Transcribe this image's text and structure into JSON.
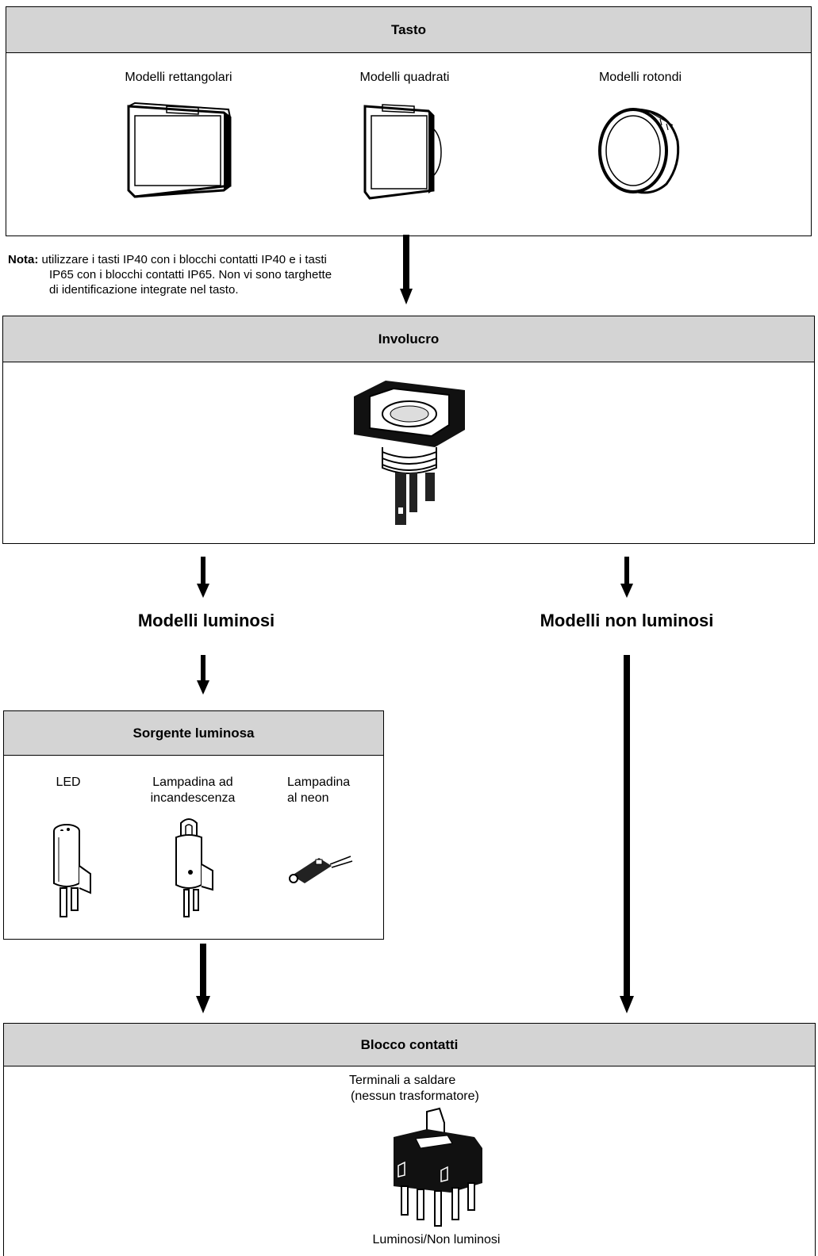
{
  "tasto": {
    "title": "Tasto",
    "items": [
      "Modelli rettangolari",
      "Modelli quadrati",
      "Modelli rotondi"
    ]
  },
  "note": {
    "prefix": "Nota:",
    "line1": "utilizzare i tasti IP40 con i blocchi contatti IP40 e i tasti",
    "line2": "IP65 con i blocchi contatti IP65. Non vi sono targhette",
    "line3": "di identificazione integrate nel tasto."
  },
  "involucro": {
    "title": "Involucro"
  },
  "branches": {
    "luminosi": "Modelli luminosi",
    "non_luminosi": "Modelli non luminosi"
  },
  "sorgente": {
    "title": "Sorgente luminosa",
    "led": "LED",
    "incandescenza_1": "Lampadina ad",
    "incandescenza_2": "incandescenza",
    "neon_1": "Lampadina",
    "neon_2": "al neon"
  },
  "blocco": {
    "title": "Blocco contatti",
    "top_1": "Terminali a saldare",
    "top_2": "(nessun trasformatore)",
    "bottom": "Luminosi/Non luminosi"
  }
}
